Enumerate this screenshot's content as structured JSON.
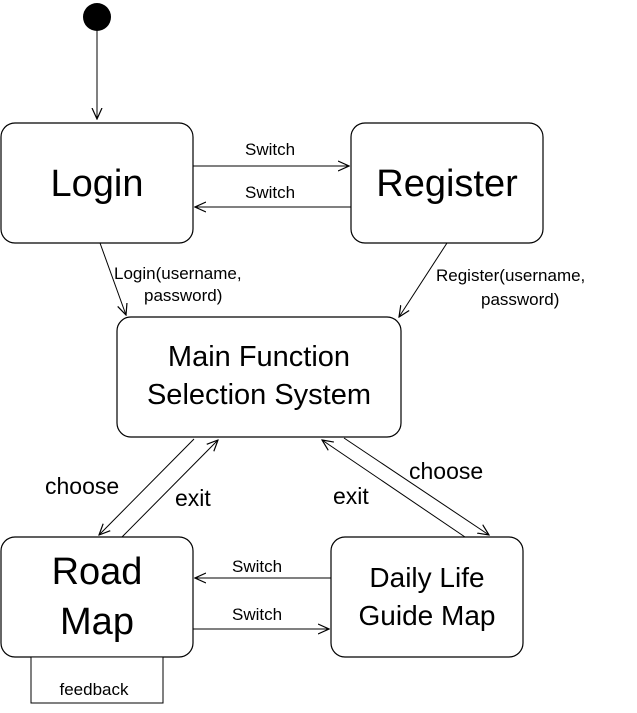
{
  "states": {
    "login": "Login",
    "register": "Register",
    "main_line1": "Main Function",
    "main_line2": "Selection System",
    "road_line1": "Road",
    "road_line2": "Map",
    "daily_line1": "Daily Life",
    "daily_line2": "Guide Map",
    "feedback": "feedback"
  },
  "transitions": {
    "login_to_register": "Switch",
    "register_to_login": "Switch",
    "login_to_main_line1": "Login(username,",
    "login_to_main_line2": "password)",
    "register_to_main_line1": "Register(username,",
    "register_to_main_line2": "password)",
    "main_to_road": "choose",
    "road_to_main": "exit",
    "main_to_daily": "choose",
    "daily_to_main": "exit",
    "daily_to_road": "Switch",
    "road_to_daily": "Switch"
  }
}
